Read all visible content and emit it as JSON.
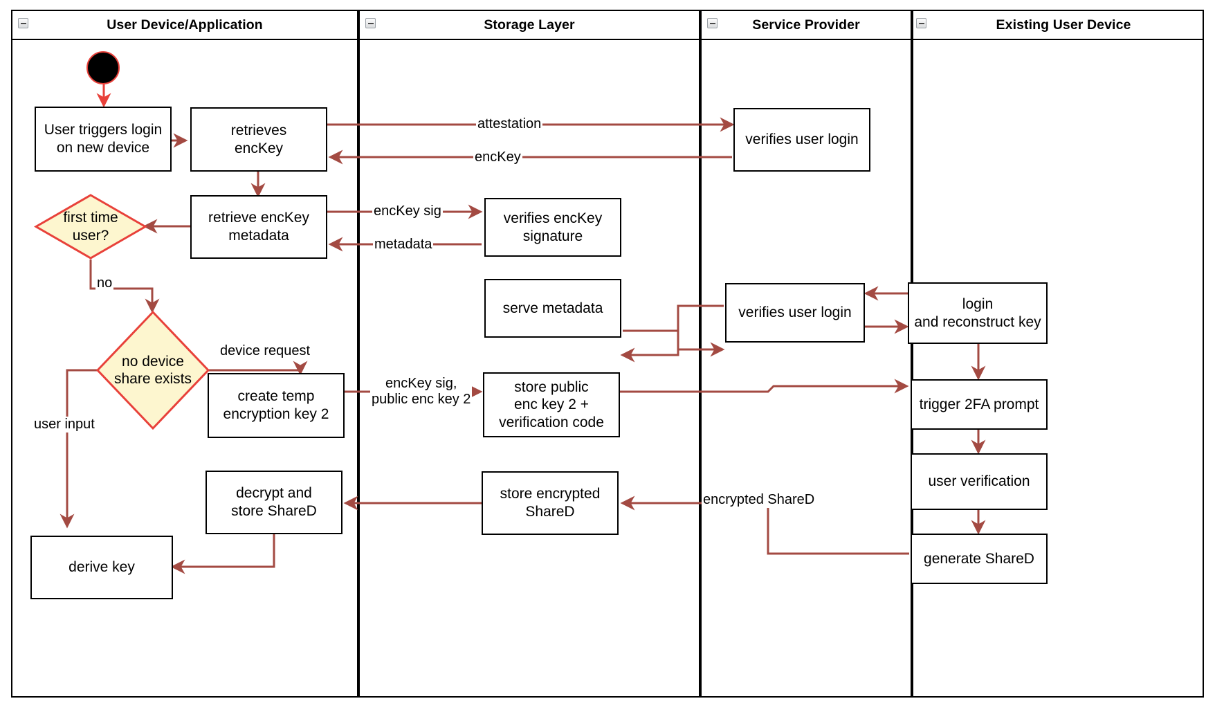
{
  "diagram": {
    "type": "uml-activity-swimlane",
    "accent_edge_color": "#a34a42",
    "decision_fill": "#fdf6cf",
    "decision_stroke": "#e8413a",
    "node_stroke": "#000000",
    "lanes": [
      {
        "id": "user-device",
        "title": "User Device/Application",
        "collapse_icon": "minus-box-icon"
      },
      {
        "id": "storage-layer",
        "title": "Storage Layer",
        "collapse_icon": "minus-box-icon"
      },
      {
        "id": "service-provider",
        "title": "Service Provider",
        "collapse_icon": "minus-box-icon"
      },
      {
        "id": "existing-user-device",
        "title": "Existing User Device",
        "collapse_icon": "minus-box-icon"
      }
    ],
    "nodes": [
      {
        "id": "start",
        "kind": "start",
        "label": ""
      },
      {
        "id": "user-triggers-login",
        "kind": "action",
        "label": "User triggers login\non new device"
      },
      {
        "id": "retrieves-enckey",
        "kind": "action",
        "label": "retrieves\nencKey"
      },
      {
        "id": "retrieve-enckey-metadata",
        "kind": "action",
        "label": "retrieve encKey\nmetadata"
      },
      {
        "id": "first-time-user",
        "kind": "decision",
        "label": "first time\nuser?"
      },
      {
        "id": "no-device-share-exists",
        "kind": "decision",
        "label": "no device\nshare exists"
      },
      {
        "id": "create-temp-encryption-key-2",
        "kind": "action",
        "label": "create temp\nencryption key 2"
      },
      {
        "id": "decrypt-and-store-shared",
        "kind": "action",
        "label": "decrypt and\nstore ShareD"
      },
      {
        "id": "derive-key",
        "kind": "action",
        "label": "derive key"
      },
      {
        "id": "verifies-enckey-signature",
        "kind": "action",
        "label": "verifies encKey\nsignature"
      },
      {
        "id": "serve-metadata",
        "kind": "action",
        "label": "serve metadata"
      },
      {
        "id": "store-public-enc-key-2",
        "kind": "action",
        "label": "store public\nenc key 2 +\nverification code"
      },
      {
        "id": "store-encrypted-shared",
        "kind": "action",
        "label": "store encrypted\nShareD"
      },
      {
        "id": "verifies-user-login-top",
        "kind": "action",
        "label": "verifies user login"
      },
      {
        "id": "verifies-user-login-mid",
        "kind": "action",
        "label": "verifies user login"
      },
      {
        "id": "login-and-reconstruct-key",
        "kind": "action",
        "label": "login\nand reconstruct key"
      },
      {
        "id": "trigger-2fa-prompt",
        "kind": "action",
        "label": "trigger 2FA prompt"
      },
      {
        "id": "user-verification",
        "kind": "action",
        "label": "user verification"
      },
      {
        "id": "generate-shared",
        "kind": "action",
        "label": "generate ShareD"
      }
    ],
    "edge_labels": [
      {
        "id": "attestation",
        "text": "attestation"
      },
      {
        "id": "enckey",
        "text": "encKey"
      },
      {
        "id": "enckey-sig",
        "text": "encKey sig"
      },
      {
        "id": "metadata",
        "text": "metadata"
      },
      {
        "id": "no",
        "text": "no"
      },
      {
        "id": "device-request",
        "text": "device request"
      },
      {
        "id": "user-input",
        "text": "user input"
      },
      {
        "id": "enckey-sig-public-enc-key-2",
        "text": "encKey sig,\npublic enc key 2"
      },
      {
        "id": "encrypted-shared",
        "text": "encrypted ShareD"
      }
    ]
  }
}
